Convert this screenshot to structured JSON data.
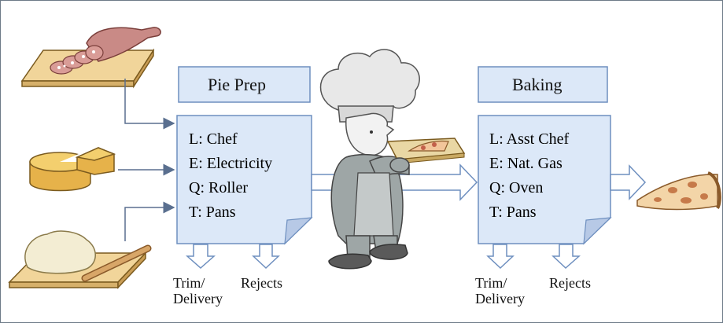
{
  "stages": [
    {
      "title": "Pie Prep",
      "items": [
        "L: Chef",
        "E: Electricity",
        "Q: Roller",
        "T: Pans"
      ],
      "outputs": [
        "Trim/\nDelivery",
        "Rejects"
      ]
    },
    {
      "title": "Baking",
      "items": [
        "L: Asst Chef",
        "E: Nat. Gas",
        "Q: Oven",
        "T: Pans"
      ],
      "outputs": [
        "Trim/\nDelivery",
        "Rejects"
      ]
    }
  ],
  "inputs": [
    "sausage-on-board-icon",
    "cheese-wheel-icon",
    "dough-with-rolling-pin-icon"
  ],
  "outputs_final": [
    "pizza-slice-icon"
  ],
  "colors": {
    "box_fill": "#dce8f8",
    "box_stroke": "#6e8fbf",
    "arrow": "#5a6f8f",
    "frame": "#6d7a87"
  }
}
